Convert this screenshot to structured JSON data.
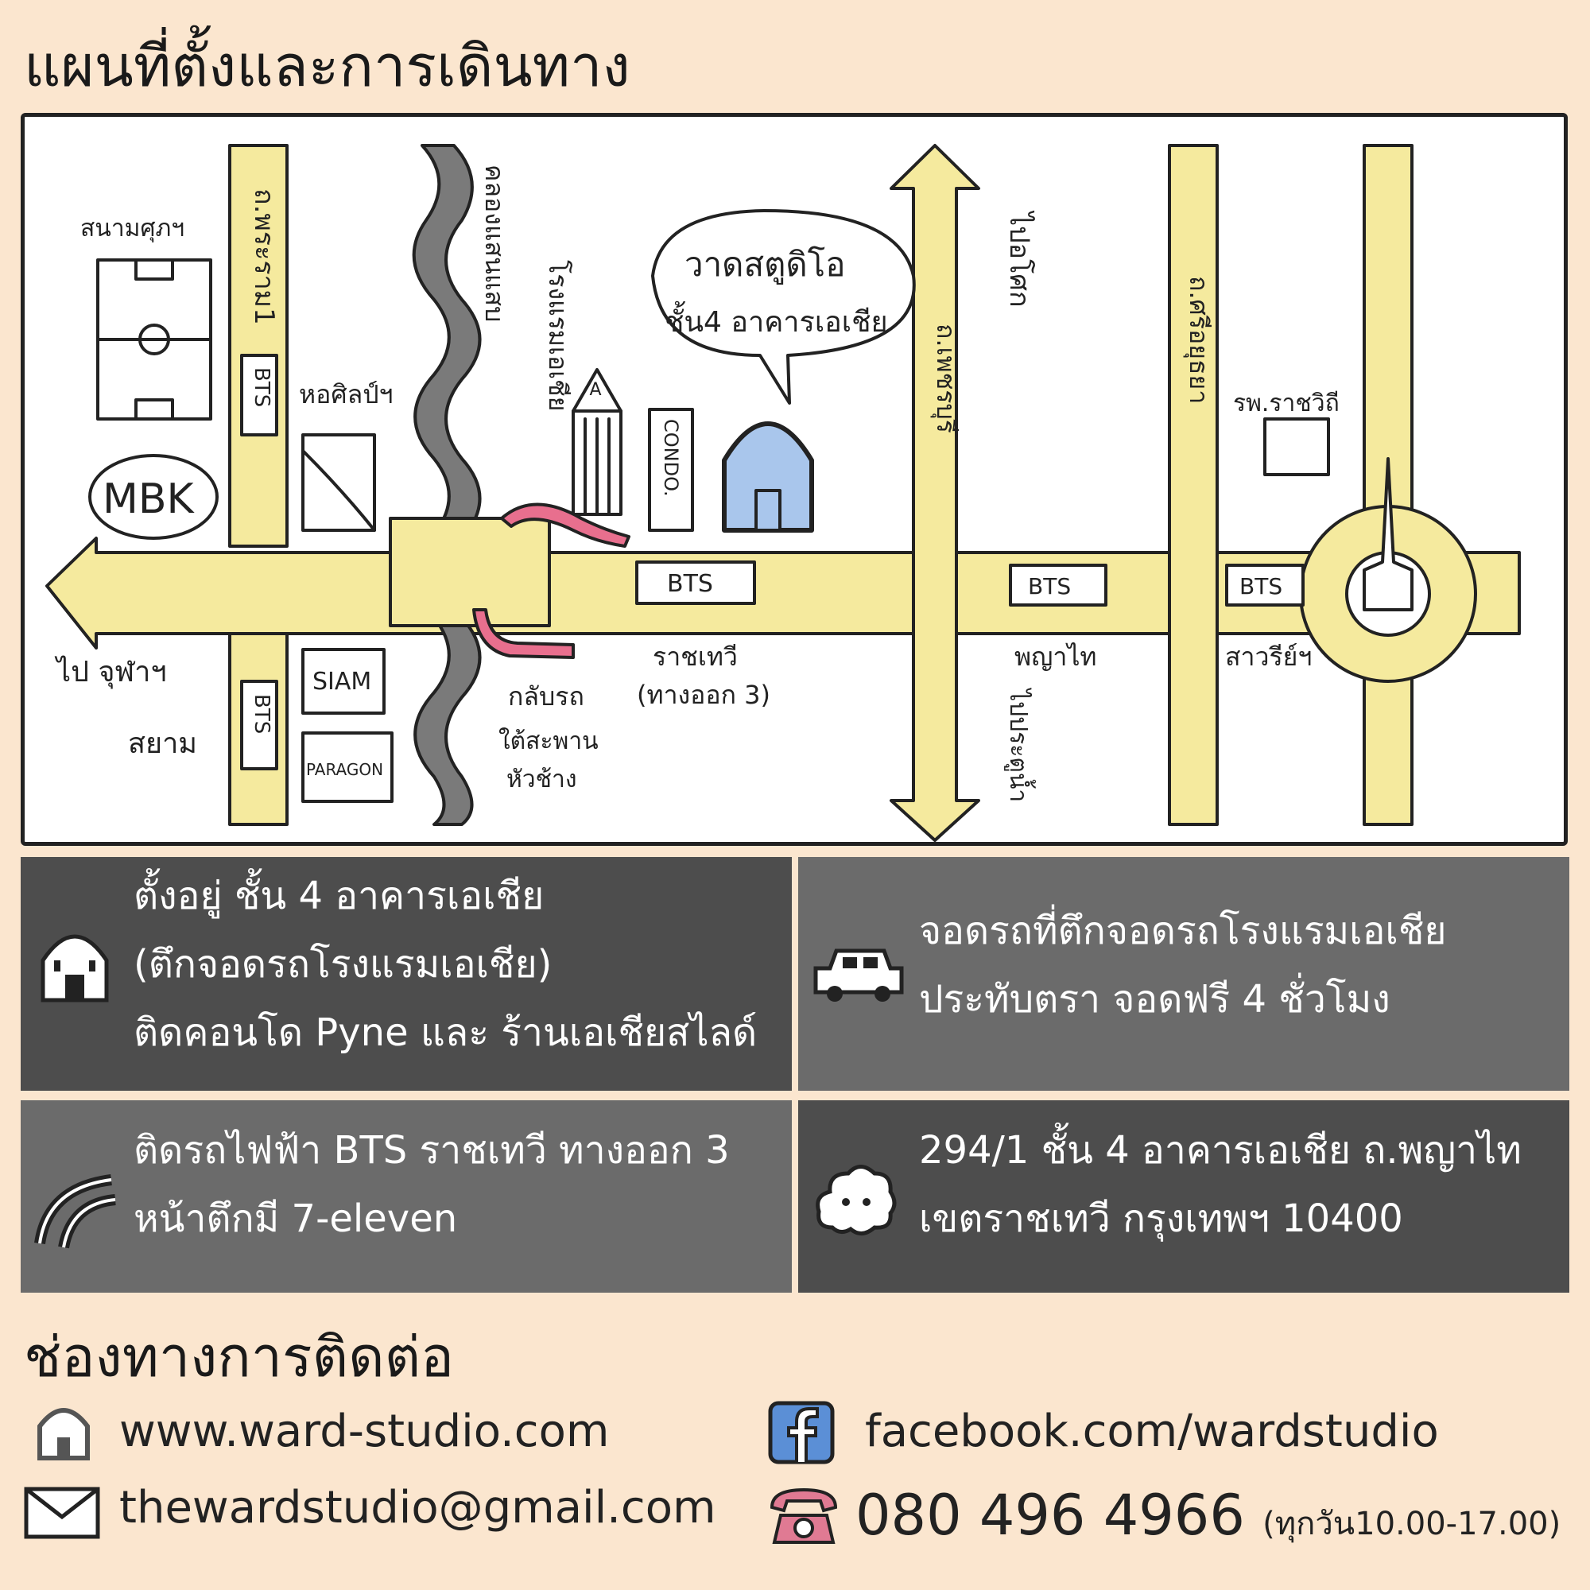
{
  "page": {
    "title": "แผนที่ตั้งและการเดินทาง",
    "background": "#fbe6cf"
  },
  "map": {
    "labels": {
      "sanam_supachalasai": "สนามศุภฯ",
      "phra_ram_1": "ถ.พระราม1",
      "klong_saen_saep": "คลองแสนแสบ",
      "asia_hotel": "โรงแรมเอเชีย",
      "bts": "BTS",
      "mbk": "MBK",
      "bacc": "หอศิลป์ฯ",
      "condo": "CONDO.",
      "callout_line1": "วาดสตูดิโอ",
      "callout_line2": "ชั้น4 อาคารเอเชีย",
      "phetchaburi": "ถ.เพชรบุรี",
      "to_asok": "ไปอโศก",
      "si_ayutthaya": "ถ.ศรีอยุธยา",
      "rajavithi_hosp": "รพ.ราชวิถี",
      "to_chula": "ไป จุฬาฯ",
      "siam": "สยาม",
      "siam_box": "SIAM",
      "paragon": "PARAGON",
      "u_turn": "กลับรถ",
      "under_bridge_1": "ใต้สะพาน",
      "under_bridge_2": "หัวช้าง",
      "ratchathewi": "ราชเทวี",
      "exit3": "(ทางออก 3)",
      "phayathai": "พญาไท",
      "to_pratunam": "ไปประตูน้ำ",
      "victory_monument": "สาวรีย์ฯ",
      "asia_building_letter": "A"
    },
    "colors": {
      "road": "#f5ea9e",
      "canal": "#7a7a7a",
      "building": "#a9c6ec",
      "route_arrow": "#e86f8e"
    }
  },
  "info": {
    "location": {
      "icon": "house-icon",
      "line1": "ตั้งอยู่ ชั้น 4 อาคารเอเชีย",
      "line2": "(ตึกจอดรถโรงแรมเอเชีย)",
      "line3": "ติดคอนโด Pyne และ ร้านเอเชียสไลด์"
    },
    "parking": {
      "icon": "car-icon",
      "line1": "จอดรถที่ตึกจอดรถโรงแรมเอเชีย",
      "line2": "ประทับตรา จอดฟรี 4 ชั่วโมง"
    },
    "bts": {
      "icon": "skytrain-rail-icon",
      "line1": "ติดรถไฟฟ้า BTS ราชเทวี ทางออก 3",
      "line2": "หน้าตึกมี 7-eleven"
    },
    "address": {
      "icon": "cloud-icon",
      "line1": "294/1 ชั้น 4 อาคารเอเชีย ถ.พญาไท",
      "line2": "เขตราชเทวี กรุงเทพฯ 10400"
    },
    "colors": {
      "dark": "#4d4d4d",
      "mid": "#6b6b6b"
    }
  },
  "contact": {
    "title": "ช่องทางการติดต่อ",
    "website": "www.ward-studio.com",
    "email": "thewardstudio@gmail.com",
    "facebook": "facebook.com/wardstudio",
    "phone": "080 496 4966",
    "hours": "(ทุกวัน10.00-17.00)",
    "colors": {
      "facebook": "#5b8fd6",
      "phone": "#e07a93"
    }
  }
}
